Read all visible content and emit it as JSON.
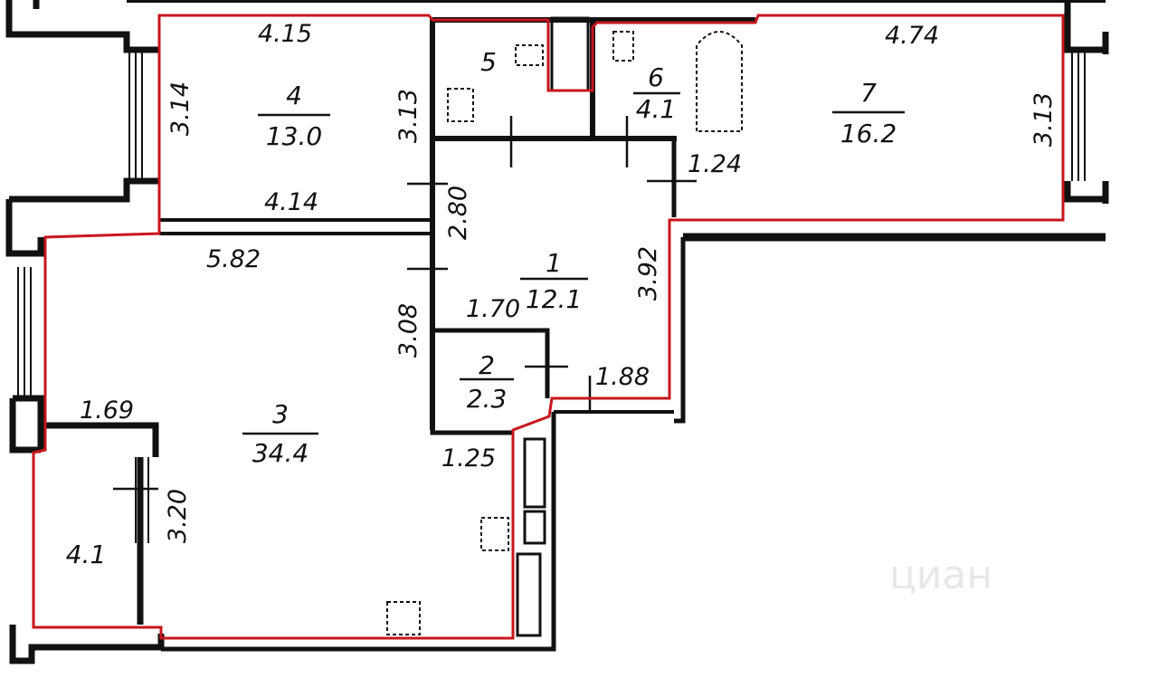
{
  "plan": {
    "outline_color": "#c8161d",
    "wall_color": "#111111",
    "rooms": [
      {
        "number": "1",
        "area": "12.1"
      },
      {
        "number": "2",
        "area": "2.3"
      },
      {
        "number": "3",
        "area": "34.4"
      },
      {
        "number": "4",
        "area": "13.0"
      },
      {
        "number": "5",
        "area": ""
      },
      {
        "number": "6",
        "area": "4.1"
      },
      {
        "number": "7",
        "area": "16.2"
      }
    ],
    "balcony_area": "4.1",
    "dimensions": {
      "room4_top": "4.15",
      "room4_left": "3.14",
      "room4_right": "3.13",
      "room4_bottom": "4.14",
      "room7_top": "4.74",
      "room7_right": "3.13",
      "room1_notch": "1.24",
      "corridor_upper": "2.80",
      "room3_top": "5.82",
      "room1_right": "3.92",
      "corridor_lower": "3.08",
      "room2_top": "1.70",
      "room1_bottom": "1.88",
      "balcony_top": "1.69",
      "room3_notch": "1.25",
      "balcony_side": "3.20"
    },
    "watermark": "циан"
  }
}
